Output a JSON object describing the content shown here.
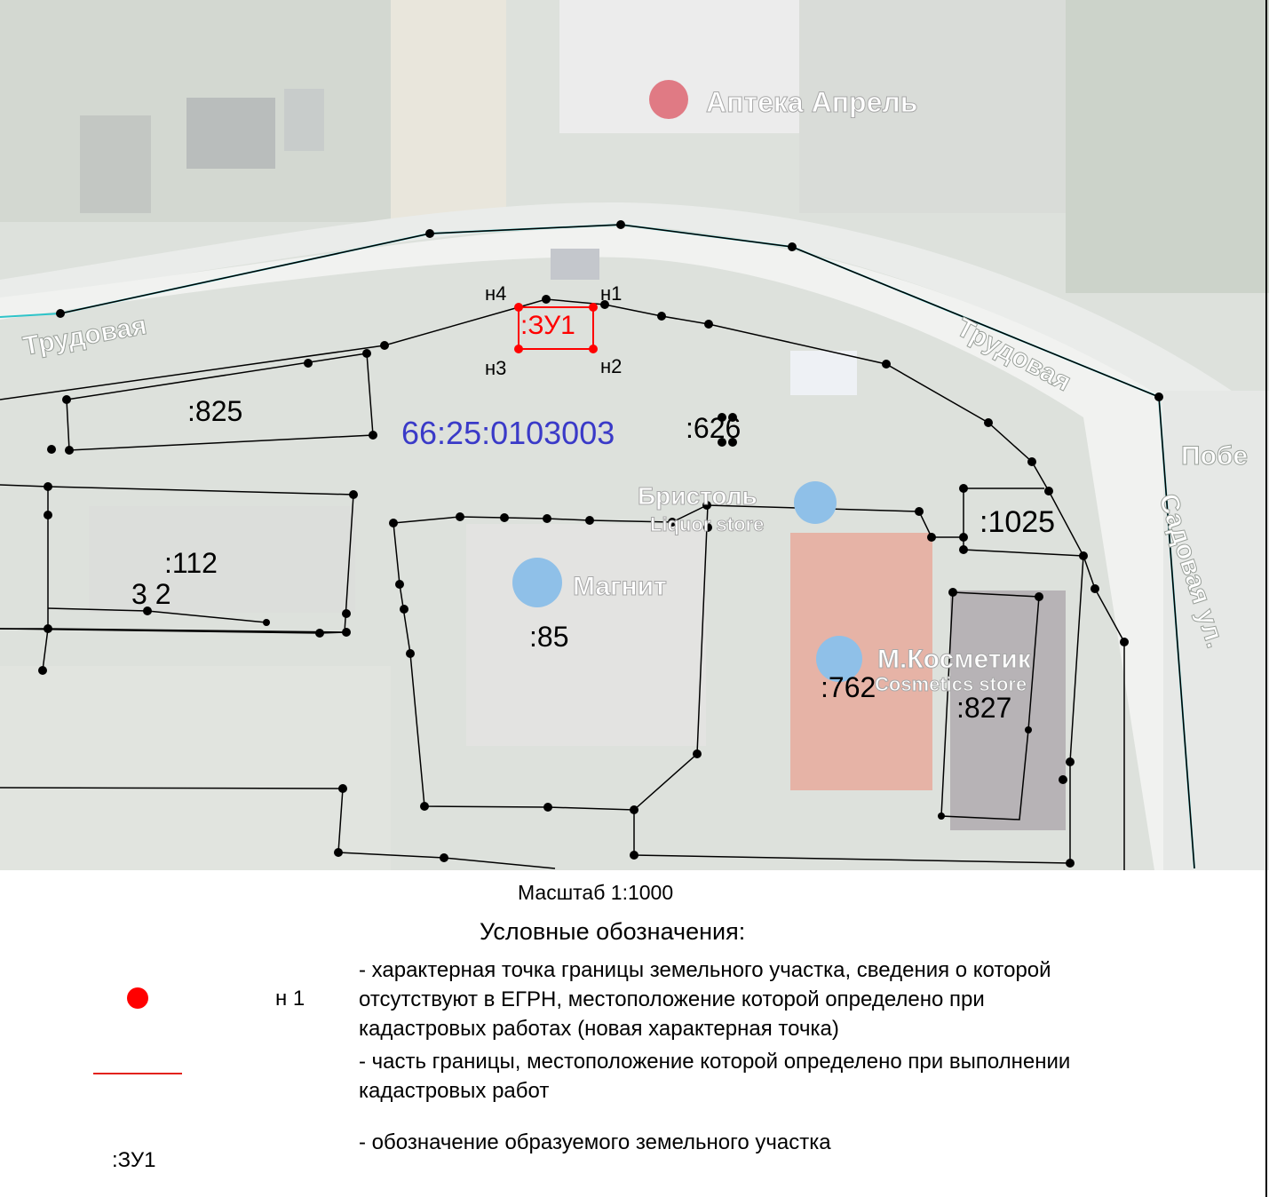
{
  "map": {
    "block_number": "66:25:0103003",
    "new_parcel_label": ":ЗУ1",
    "parcels": [
      ":825",
      ":626",
      ":1025",
      ":112",
      ":85",
      ":762",
      ":827"
    ],
    "stray_label": "3 2",
    "new_points": [
      "н1",
      "н2",
      "н3",
      "н4"
    ],
    "streets": [
      "Трудовая",
      "Трудовая",
      "Садовая ул.",
      "Побе"
    ],
    "places": [
      "Аптека Апрель",
      "Бристоль",
      "Liquor store",
      "Магнит",
      "М.Косметик",
      "Cosmetics store"
    ],
    "colors": {
      "boundary": "#000000",
      "new_boundary": "#ff0000",
      "road_edge": "#2ec4c9",
      "block_label": "#3a3ac8"
    }
  },
  "legend": {
    "scale": "Масштаб 1:1000",
    "title": "Условные обозначения:",
    "point_label": "н  1",
    "point_text": [
      "- характерная точка границы земельного участка, сведения о которой",
      "отсутствуют в ЕГРН, местоположение которой определено при",
      "кадастровых работах (новая характерная точка)"
    ],
    "line_text": [
      "- часть границы, местоположение которой определено при выполнении",
      "кадастровых работ"
    ],
    "parcel_code": ":ЗУ1",
    "parcel_text": "- обозначение образуемого земельного участка"
  }
}
